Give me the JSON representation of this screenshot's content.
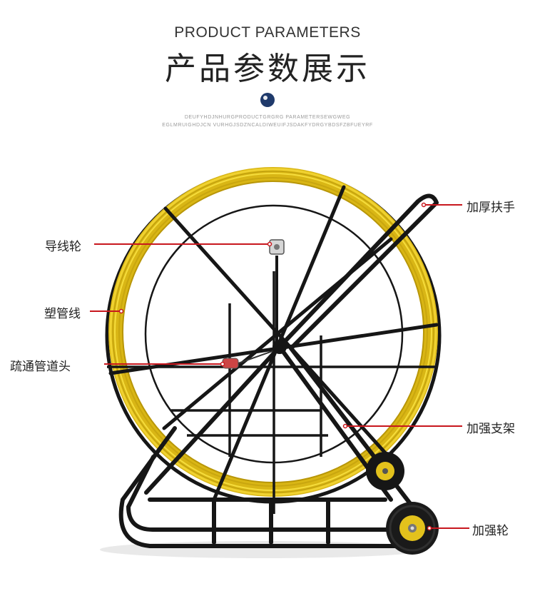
{
  "header": {
    "title_en": "PRODUCT PARAMETERS",
    "title_cn": "产品参数展示",
    "micro_line_1": "DEUFYHDJNHURGPRODUCTGRGRG PARAMETERSEWGWEG",
    "micro_line_2": "EGLMRUIGHDJCN VURHGJSDZNCALDIWEUIFJSDAKFYDRGYBDSFZBFUEYRF"
  },
  "labels": {
    "armrest": "加厚扶手",
    "guide_wheel": "导线轮",
    "plastic_rod": "塑管线",
    "dredge_head": "疏通管道头",
    "support_frame": "加强支架",
    "wheel": "加强轮"
  },
  "colors": {
    "rod_yellow": "#e3c21c",
    "frame_black": "#161616",
    "callout_red": "#c8171e",
    "dot_navy": "#1f3a6b"
  },
  "icons": {
    "title_dot": "circle-dot-icon"
  }
}
